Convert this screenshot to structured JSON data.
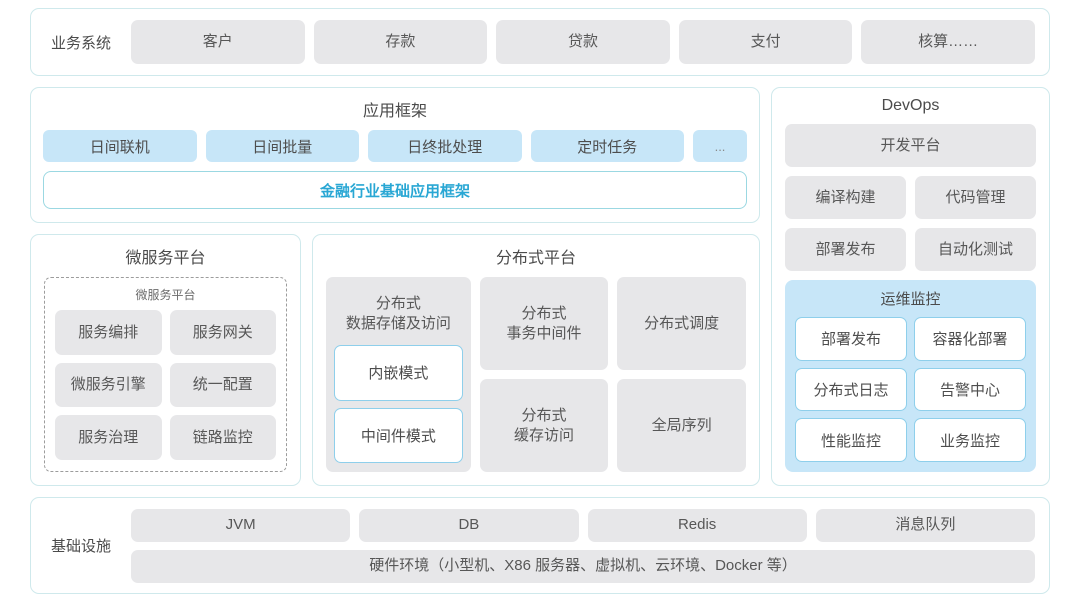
{
  "business_system": {
    "label": "业务系统",
    "items": [
      "客户",
      "存款",
      "贷款",
      "支付",
      "核算……"
    ]
  },
  "app_framework": {
    "title": "应用框架",
    "tags": [
      "日间联机",
      "日间批量",
      "日终批处理",
      "定时任务",
      "..."
    ],
    "band": "金融行业基础应用框架"
  },
  "microservice_platform": {
    "title": "微服务平台",
    "inner_title": "微服务平台",
    "items": [
      "服务编排",
      "服务网关",
      "微服务引擎",
      "统一配置",
      "服务治理",
      "链路监控"
    ]
  },
  "distributed_platform": {
    "title": "分布式平台",
    "col1": {
      "head": "分布式\n数据存储及访问",
      "head_line1": "分布式",
      "head_line2": "数据存储及访问",
      "sub": [
        "内嵌模式",
        "中间件模式"
      ]
    },
    "col2": [
      {
        "line1": "分布式",
        "line2": "事务中间件"
      },
      {
        "line1": "分布式",
        "line2": "缓存访问"
      }
    ],
    "col3": [
      "分布式调度",
      "全局序列"
    ]
  },
  "devops": {
    "title": "DevOps",
    "wide": "开发平台",
    "pairs": [
      [
        "编译构建",
        "代码管理"
      ],
      [
        "部署发布",
        "自动化测试"
      ]
    ],
    "ops": {
      "title": "运维监控",
      "items": [
        "部署发布",
        "容器化部署",
        "分布式日志",
        "告警中心",
        "性能监控",
        "业务监控"
      ]
    }
  },
  "infrastructure": {
    "label": "基础设施",
    "items": [
      "JVM",
      "DB",
      "Redis",
      "消息队列"
    ],
    "hardware": "硬件环境（小型机、X86 服务器、虚拟机、云环境、Docker 等）"
  },
  "colors": {
    "panel_border": "#cfe9ec",
    "tile_gray": "#e7e7e9",
    "tile_blue": "#c7e6f8",
    "accent_cyan": "#29a7d4"
  }
}
